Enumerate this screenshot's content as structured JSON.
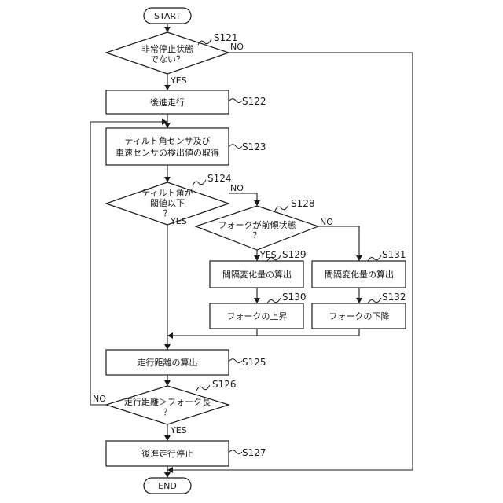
{
  "terminals": {
    "start": "START",
    "end": "END"
  },
  "steps": {
    "s121": {
      "lines": [
        "非常停止状態",
        "でない？"
      ],
      "ref": "S121"
    },
    "s122": {
      "lines": [
        "後進走行"
      ],
      "ref": "S122"
    },
    "s123": {
      "lines": [
        "ティルト角センサ及び",
        "車速センサの検出値の取得"
      ],
      "ref": "S123"
    },
    "s124": {
      "lines": [
        "ティルト角が",
        "閾値以下",
        "？"
      ],
      "ref": "S124"
    },
    "s128": {
      "lines": [
        "フォークが前傾状態",
        "？"
      ],
      "ref": "S128"
    },
    "s129": {
      "lines": [
        "間隔変化量の算出"
      ],
      "ref": "S129"
    },
    "s131": {
      "lines": [
        "間隔変化量の算出"
      ],
      "ref": "S131"
    },
    "s130": {
      "lines": [
        "フォークの上昇"
      ],
      "ref": "S130"
    },
    "s132": {
      "lines": [
        "フォークの下降"
      ],
      "ref": "S132"
    },
    "s125": {
      "lines": [
        "走行距離の算出"
      ],
      "ref": "S125"
    },
    "s126": {
      "lines": [
        "走行距離＞フォーク長",
        "？"
      ],
      "ref": "S126"
    },
    "s127": {
      "lines": [
        "後進走行停止"
      ],
      "ref": "S127"
    }
  },
  "branch_labels": {
    "s121_no": "NO",
    "s121_yes": "YES",
    "s124_no": "NO",
    "s124_yes": "YES",
    "s128_no": "NO",
    "s128_yes": "YES",
    "s126_no": "NO",
    "s126_yes": "YES"
  }
}
